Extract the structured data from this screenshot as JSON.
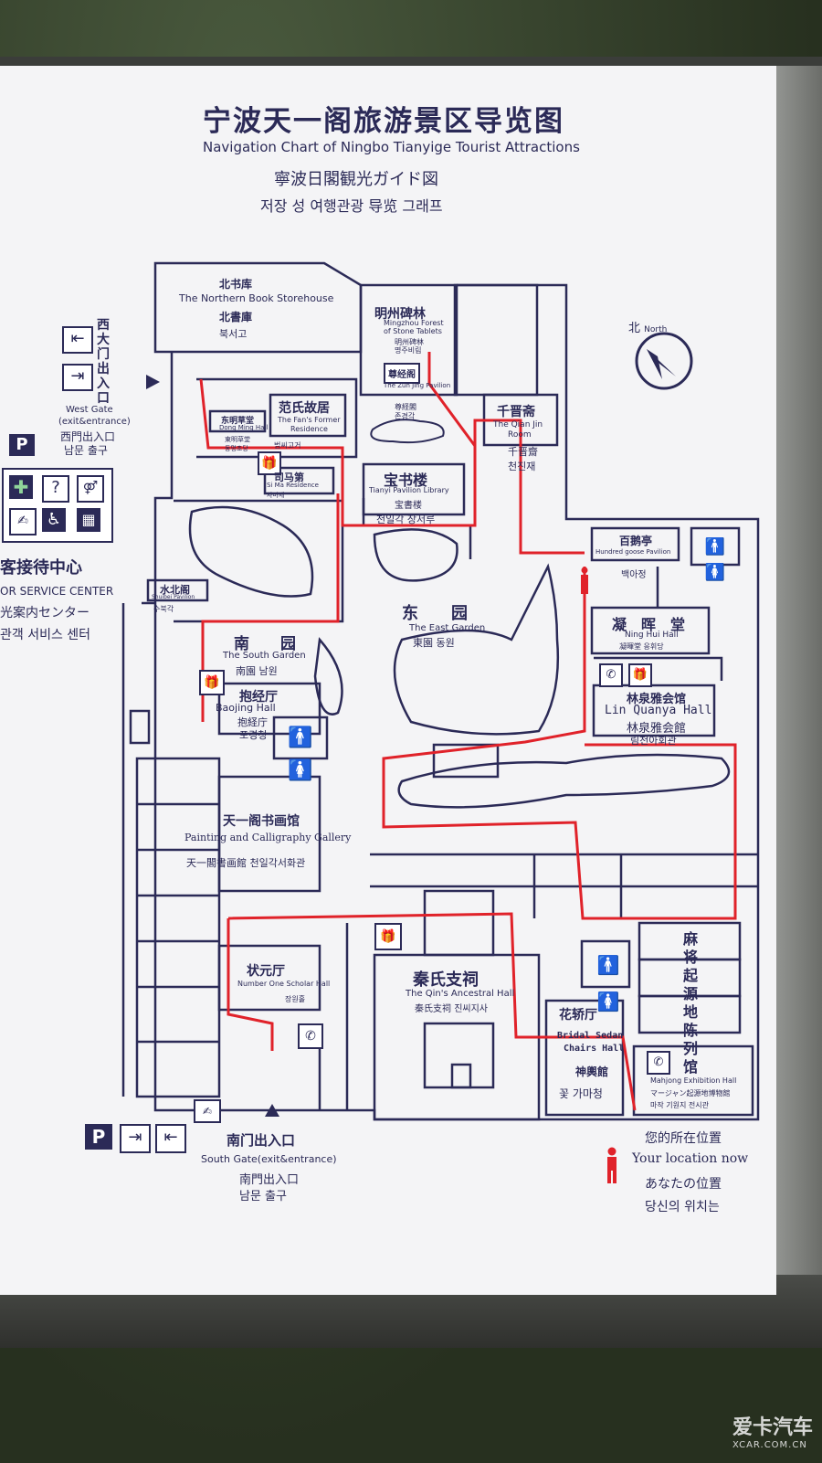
{
  "header": {
    "title_zh": "宁波天一阁旅游景区导览图",
    "title_en": "Navigation Chart of Ningbo Tianyige Tourist Attractions",
    "title_ja": "寧波日閣観光ガイド図",
    "title_ko": "저장 성 여행관광 导览 그래프"
  },
  "compass": {
    "label_zh": "北",
    "label_en": "North"
  },
  "west_gate": {
    "zh": "西大门出入口",
    "en1": "West Gate",
    "en2": "(exit&entrance)",
    "ja": "西門出入口",
    "ko": "남문 출구"
  },
  "visitor_center": {
    "zh": "客接待中心",
    "en": "OR SERVICE CENTER",
    "ja": "光案内センター",
    "ko": "관객 서비스 센터"
  },
  "places": {
    "northern_book": {
      "zh": "北书库",
      "en": "The Northern Book Storehouse",
      "ja": "北書庫",
      "ko": "북서고"
    },
    "mingzhou": {
      "zh": "明州碑林",
      "en1": "Mingzhou Forest",
      "en2": "of Stone Tablets",
      "ja": "明州碑林",
      "ko": "명주비림"
    },
    "zunjing": {
      "zh": "尊经阁",
      "en": "The Zun Jing Pavilion",
      "ja": "尊経閣",
      "ko": "존경각"
    },
    "qianjin": {
      "zh": "千晋斋",
      "en1": "The Qian Jin",
      "en2": "Room",
      "ja": "千晋齋",
      "ko": "천진재"
    },
    "dongming": {
      "zh": "东明草堂",
      "en": "Dong Ming Hall",
      "ja": "東明草堂",
      "ko": "동명초당"
    },
    "fan": {
      "zh": "范氏故居",
      "en1": "The Fan's Former",
      "en2": "Residence",
      "ko": "범씨고거"
    },
    "sima": {
      "zh": "司马第",
      "en": "Si Ma Residence",
      "ko": "사마제"
    },
    "baoshu": {
      "zh": "宝书楼",
      "en": "Tianyi Pavilion Library",
      "ja": "宝書楼",
      "ko": "천일각 장서루"
    },
    "shuibei": {
      "zh": "水北阁",
      "en": "Shuibei Pavilion",
      "ko": "수북각"
    },
    "east_garden": {
      "zh": "东　　园",
      "en": "The East Garden",
      "ja": "東園",
      "ko": "동원"
    },
    "baie": {
      "zh": "百鹅亭",
      "en": "Hundred goose Pavilion",
      "ko": "백아정"
    },
    "ninghui": {
      "zh": "凝　晖　堂",
      "en": "Ning Hui Hall",
      "ja": "凝暉堂",
      "ko": "응휘당"
    },
    "linquan": {
      "zh": "林泉雅会馆",
      "en": "Lin Quanya Hall",
      "ja": "林泉雅会館",
      "ko": "림천아회관"
    },
    "south_garden": {
      "zh": "南　　园",
      "en": "The South Garden",
      "ja": "南園",
      "ko": "남원"
    },
    "baojing": {
      "zh": "抱经厅",
      "en": "Baojing Hall",
      "ja": "抱経庁",
      "ko": "포경청"
    },
    "painting": {
      "zh": "天一阁书画馆",
      "en": "Painting and Calligraphy Gallery",
      "ja": "天一閣書画館",
      "ko": "천일각서화관"
    },
    "zhuangyuan": {
      "zh": "状元厅",
      "en": "Number One Scholar Hall",
      "ko": "장원홀"
    },
    "qin": {
      "zh": "秦氏支祠",
      "en": "The Qin's Ancestral Hall",
      "ja": "秦氏支祠",
      "ko": "진씨지사"
    },
    "huajiao": {
      "zh": "花轿厅",
      "en1": "Bridal Sedan",
      "en2": "Chairs Hall",
      "ja": "神輿館",
      "ko": "꽃 가마청"
    },
    "majiang": {
      "zh": "麻将起源地陈列馆",
      "en": "Mahjong Exhibition Hall",
      "ja": "マージャン起源地博物館",
      "ko": "마작 기원지 전시관"
    }
  },
  "south_gate": {
    "zh": "南门出入口",
    "en": "South Gate(exit&entrance)",
    "ja": "南門出入口",
    "ko": "남문 출구"
  },
  "legend": {
    "zh": "您的所在位置",
    "en": "Your location now",
    "ja": "あなたの位置",
    "ko": "당신의 위치는"
  },
  "watermark": {
    "main": "爱卡汽车",
    "url": "XCAR.COM.CN"
  },
  "colors": {
    "ink": "#2b2a57",
    "route": "#e0222a",
    "board": "#f4f4f6"
  },
  "icons": [
    "compass-icon",
    "exit-icon",
    "entrance-icon",
    "parking-icon",
    "first-aid-icon",
    "info-icon",
    "restroom-icon",
    "telephone-icon",
    "gift-shop-icon",
    "accessible-icon",
    "luggage-icon",
    "you-are-here-icon"
  ]
}
